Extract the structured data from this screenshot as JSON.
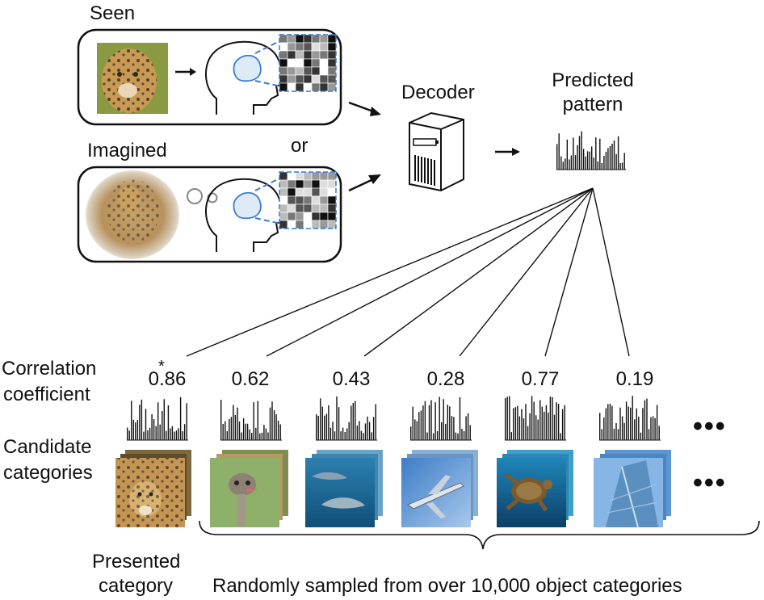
{
  "labels": {
    "seen": "Seen",
    "imagined": "Imagined",
    "or": "or",
    "decoder": "Decoder",
    "predicted_line1": "Predicted",
    "predicted_line2": "pattern",
    "correlation_line1": "Correlation",
    "correlation_line2": "coefficient",
    "candidate_line1": "Candidate",
    "candidate_line2": "categories",
    "presented_line1": "Presented",
    "presented_line2": "category",
    "random_sampled": "Randomly sampled from over 10,000 object categories",
    "asterisk": "*",
    "ellipsis": "•••"
  },
  "candidates": [
    {
      "coefficient": "0.86",
      "image": "leopard",
      "presented": true
    },
    {
      "coefficient": "0.62",
      "image": "ostrich",
      "presented": false
    },
    {
      "coefficient": "0.43",
      "image": "dolphins",
      "presented": false
    },
    {
      "coefficient": "0.28",
      "image": "airplane",
      "presented": false
    },
    {
      "coefficient": "0.77",
      "image": "sea-turtle",
      "presented": false
    },
    {
      "coefficient": "0.19",
      "image": "skyscraper",
      "presented": false
    }
  ],
  "icons": [
    "head-silhouette-icon",
    "voxel-grid-icon",
    "server-computer-icon",
    "arrow-icon",
    "thought-bubble-icon"
  ],
  "colors": {
    "brain_highlight": "#3a7bd5",
    "brain_fill": "#dfeaf7",
    "text": "#111111"
  }
}
